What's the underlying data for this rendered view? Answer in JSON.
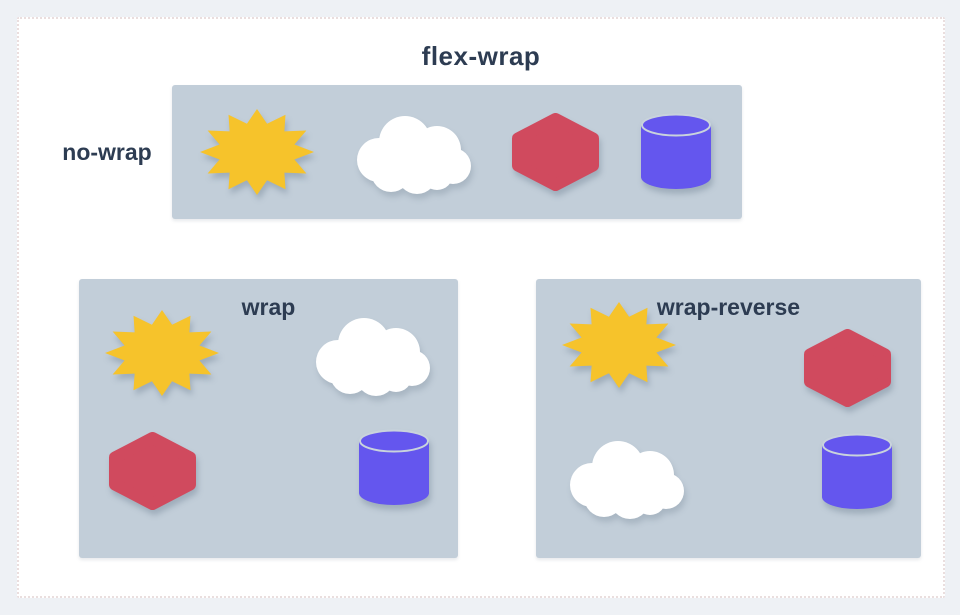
{
  "title": "flex-wrap",
  "colors": {
    "page_bg": "#eef1f5",
    "card_bg": "#ffffff",
    "container_bg": "#c2ced9",
    "label_text": "#2d3c52",
    "starburst": "#f6c32b",
    "cloud": "#ffffff",
    "hexagon": "#d04a5e",
    "cylinder": "#6456ee",
    "cylinder_rim": "#c9d3dc"
  },
  "examples": [
    {
      "label": "no-wrap",
      "shapes": [
        "starburst",
        "cloud",
        "hexagon",
        "cylinder"
      ]
    },
    {
      "label": "wrap",
      "rows": [
        [
          "starburst",
          "cloud"
        ],
        [
          "hexagon",
          "cylinder"
        ]
      ]
    },
    {
      "label": "wrap-reverse",
      "rows": [
        [
          "starburst",
          "hexagon"
        ],
        [
          "cloud",
          "cylinder"
        ]
      ]
    }
  ]
}
